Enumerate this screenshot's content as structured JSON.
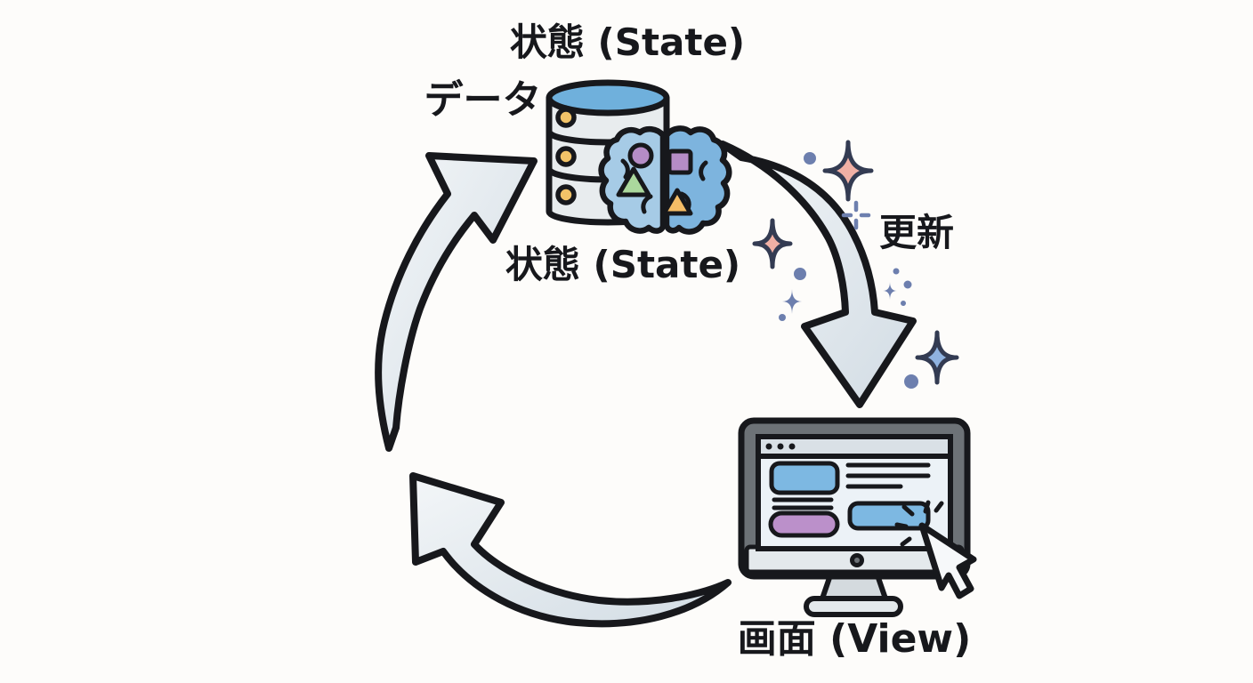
{
  "labels": {
    "state_top": "状態 (State)",
    "data": "データ",
    "state_bottom": "状態 (State)",
    "update": "更新",
    "view": "画面 (View)"
  },
  "icons": {
    "state_node": "database-brain-icon",
    "view_node": "monitor-icon",
    "pointer": "cursor-click-icon",
    "state_to_view": "curved-arrow-down-icon",
    "view_to_state_lower": "curved-arrow-up-left-icon",
    "view_to_state_upper": "curved-arrow-up-right-icon",
    "decoration": "sparkle-icons"
  },
  "flow": [
    {
      "from": "状態 (State)",
      "to": "画面 (View)",
      "label": "更新"
    },
    {
      "from": "画面 (View)",
      "to": "状態 (State)",
      "label": "データ"
    }
  ],
  "colors": {
    "background": "#fdfcfa",
    "ink": "#17181c",
    "arrow_fill": "#dee6ec",
    "db_top": "#6fb0dc",
    "db_body": "#e8ecee",
    "db_dot": "#f2c368",
    "brain_left": "#a6cbe6",
    "brain_right": "#7db4de",
    "shape_purple": "#b58cc6",
    "shape_green": "#abd89d",
    "shape_orange": "#f4bc66",
    "monitor_frame": "#6d7277",
    "screen_bg": "#ecf2f7",
    "screen_bar": "#d9e0e6",
    "ui_blue": "#7db8e2",
    "ui_purple": "#bb90ca",
    "sparkle_pink": "#f0b0a5",
    "sparkle_blue": "#8fb2e0",
    "sparkle_small": "#6d7fae",
    "sparkle_outline": "#333b52"
  }
}
